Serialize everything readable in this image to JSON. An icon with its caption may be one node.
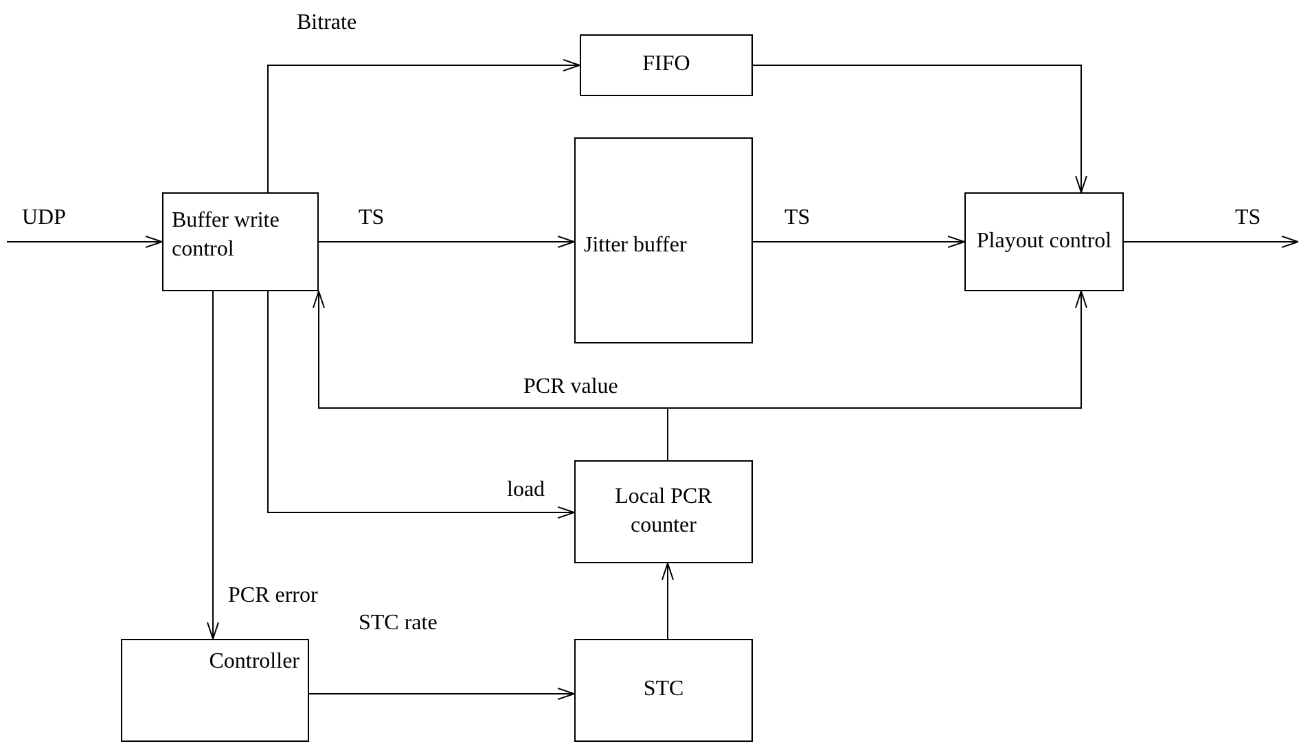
{
  "diagram": {
    "nodes": [
      {
        "text": [
          "Buffer write control"
        ]
      },
      {
        "text": [
          "FIFO"
        ]
      },
      {
        "text": [
          "Jitter buffer"
        ]
      },
      {
        "text": [
          "Playout control"
        ]
      },
      {
        "text": [
          "Local PCR counter"
        ]
      },
      {
        "text": [
          "Controller"
        ]
      },
      {
        "text": [
          "STC"
        ]
      }
    ],
    "edges": [
      {
        "from": null,
        "to": 0,
        "arrow": "to",
        "label": "UDP"
      },
      {
        "from": 0,
        "to": 1,
        "arrow": "to",
        "label": "Bitrate"
      },
      {
        "from": 0,
        "to": 2,
        "arrow": "to",
        "label": "TS"
      },
      {
        "from": 2,
        "to": 3,
        "arrow": "to",
        "label": "TS"
      },
      {
        "from": 3,
        "to": null,
        "arrow": "to",
        "label": "TS"
      },
      {
        "from": 1,
        "to": 3,
        "arrow": "to"
      },
      {
        "from": 4,
        "to": 0,
        "arrow": "to",
        "label": "PCR value"
      },
      {
        "from": 4,
        "to": 3,
        "arrow": "to"
      },
      {
        "from": 0,
        "to": 4,
        "arrow": "to",
        "label": "load"
      },
      {
        "from": 0,
        "to": 5,
        "arrow": "to",
        "label": "PCR error"
      },
      {
        "from": 5,
        "to": 6,
        "arrow": "to",
        "label": "STC rate"
      },
      {
        "from": 6,
        "to": 4,
        "arrow": "to"
      }
    ]
  }
}
